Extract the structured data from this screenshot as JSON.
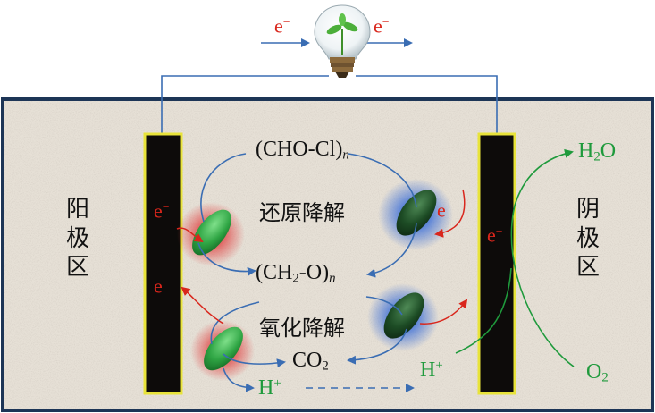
{
  "electron": {
    "base": "e",
    "sup": "−"
  },
  "anode_label": [
    "阳",
    "极",
    "区"
  ],
  "cathode_label": [
    "阴",
    "极",
    "区"
  ],
  "compounds": {
    "chlorinated": {
      "main": "(CHO-Cl)",
      "sub": "n"
    },
    "intermediate": {
      "a": "(CH",
      "sub2": "2",
      "b": "-O)",
      "subn": "n"
    },
    "co2": {
      "main": "CO",
      "sub": "2"
    }
  },
  "processes": {
    "reduction": "还原降解",
    "oxidation": "氧化降解"
  },
  "species": {
    "proton": {
      "base": "H",
      "sup": "+"
    },
    "water": {
      "a": "H",
      "sub": "2",
      "b": "O"
    },
    "oxygen": {
      "base": "O",
      "sub": "2"
    }
  },
  "colors": {
    "electron": "#d9261c",
    "circuit_arrow": "#3a6db3",
    "green_label": "#1f9a3c",
    "electrode": "#0d0b0a",
    "electrode_border": "#e8e33a",
    "sediment": "#e6e0d6"
  },
  "icons": {
    "lamp": "lightbulb-with-plant-icon"
  }
}
